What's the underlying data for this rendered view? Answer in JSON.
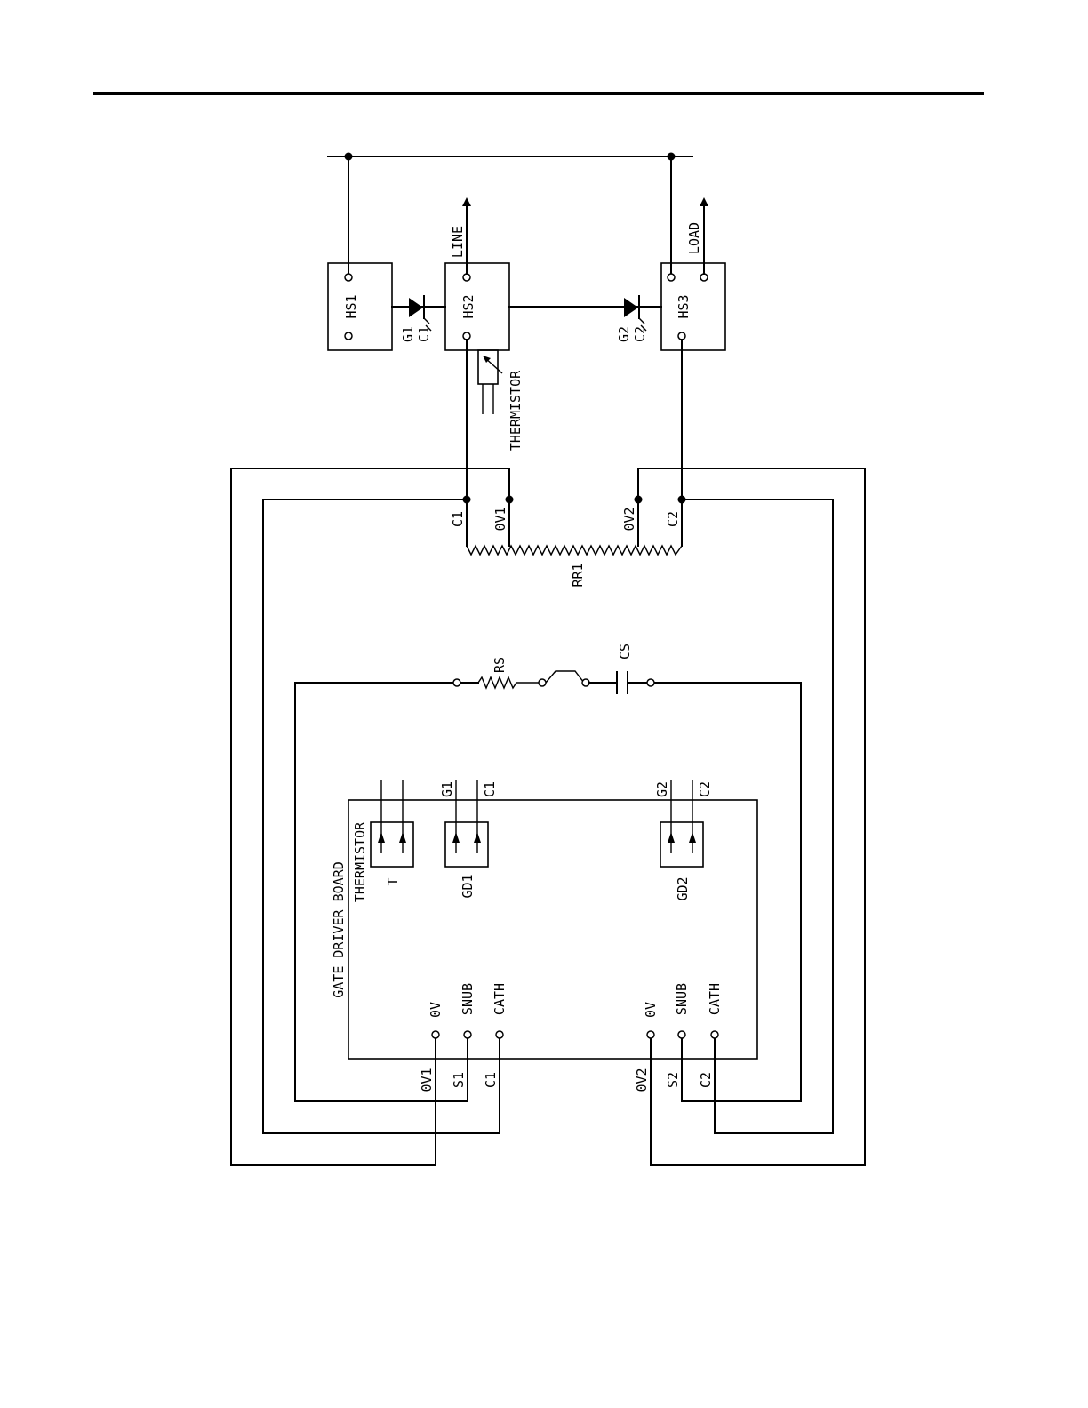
{
  "labels": {
    "hs1": "HS1",
    "hs2": "HS2",
    "hs3": "HS3",
    "line": "LINE",
    "load": "LOAD",
    "g1": "G1",
    "c1_scr": "C1",
    "g2": "G2",
    "c2_scr": "C2",
    "thermistor": "THERMISTOR",
    "rr_c1": "C1",
    "rr_0v1": "0V1",
    "rr_0v2": "0V2",
    "rr_c2": "C2",
    "rr1": "RR1",
    "rs": "RS",
    "cs": "CS",
    "gate_driver_board": "GATE DRIVER BOARD",
    "board_thermistor": "THERMISTOR",
    "t": "T",
    "gd1": "GD1",
    "gd2": "GD2",
    "gd1_g1": "G1",
    "gd1_c1": "C1",
    "gd2_g2": "G2",
    "gd2_c2": "C2",
    "b1_0v": "0V",
    "b1_snub": "SNUB",
    "b1_cath": "CATH",
    "b2_0v": "0V",
    "b2_snub": "SNUB",
    "b2_cath": "CATH",
    "w_0v1": "0V1",
    "w_s1": "S1",
    "w_c1": "C1",
    "w_0v2": "0V2",
    "w_s2": "S2",
    "w_c2": "C2"
  }
}
